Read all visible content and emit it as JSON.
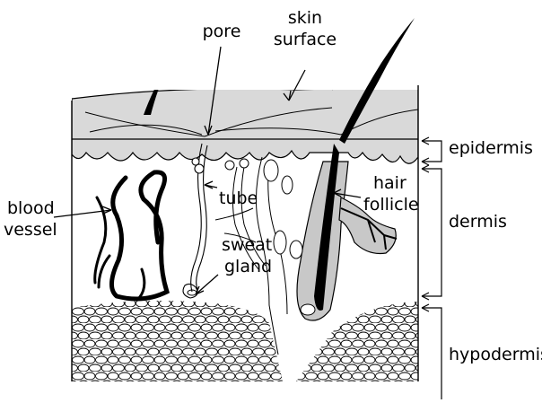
{
  "labels": {
    "pore": "pore",
    "skin_surface_1": "skin",
    "skin_surface_2": "surface",
    "epidermis": "epidermis",
    "blood_vessel_1": "blood",
    "blood_vessel_2": "vessel",
    "tube": "tube",
    "hair_follicle_1": "hair",
    "hair_follicle_2": "follicle",
    "dermis": "dermis",
    "sweat_gland_1": "sweat",
    "sweat_gland_2": "gland",
    "hypodermis": "hypodermis"
  },
  "colors": {
    "skin_fill": "#d9d9d9",
    "dermis_fill": "#ffffff",
    "outline": "#000000",
    "follicle_fill": "#c8c8c8"
  }
}
